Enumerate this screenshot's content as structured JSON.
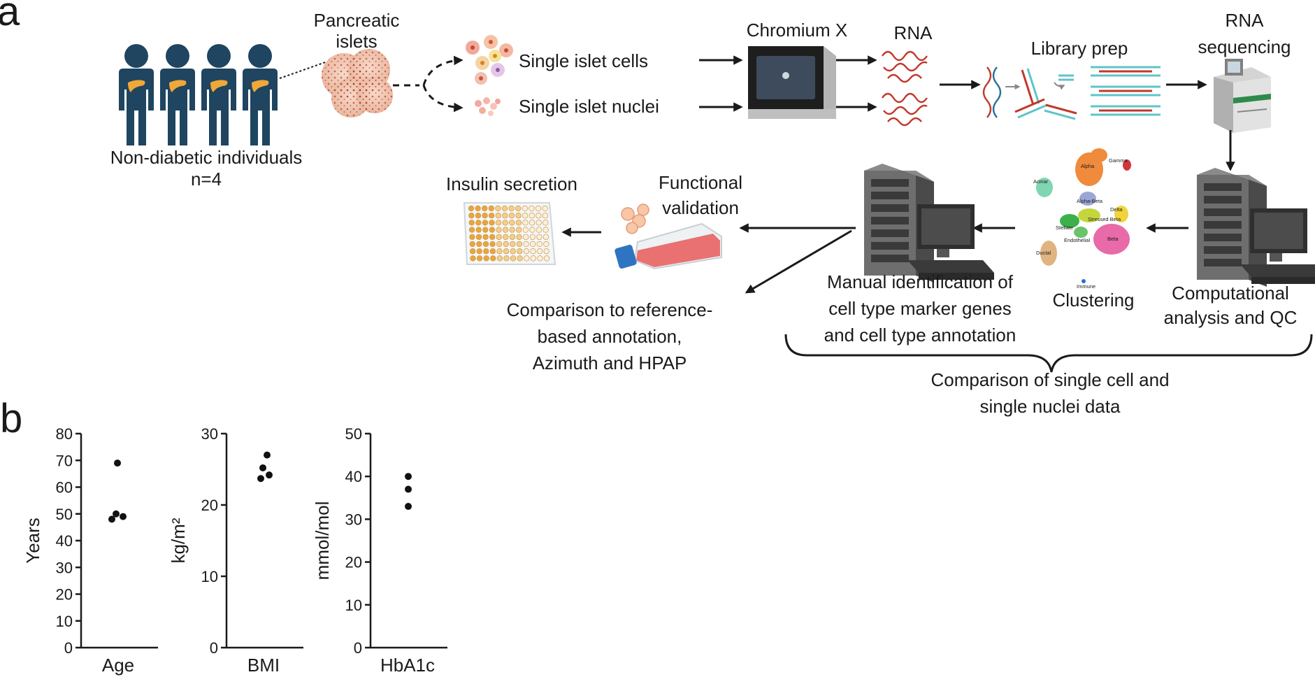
{
  "panel_a": {
    "letter": "a",
    "donors": "Non-diabetic individuals",
    "donors_n": "n=4",
    "islets_line1": "Pancreatic",
    "islets_line2": "islets",
    "cells": "Single islet cells",
    "nuclei": "Single islet nuclei",
    "chromium": "Chromium X",
    "rna": "RNA",
    "library": "Library prep",
    "seq_line1": "RNA",
    "seq_line2": "sequencing",
    "comp_line1": "Computational",
    "comp_line2": "analysis and QC",
    "clustering": "Clustering",
    "manual_line1": "Manual identification of",
    "manual_line2": "cell type marker genes",
    "manual_line3": "and cell type annotation",
    "func_line1": "Functional",
    "func_line2": "validation",
    "insulin": "Insulin secretion",
    "ref_line1": "Comparison to reference-",
    "ref_line2": "based annotation,",
    "ref_line3": "Azimuth and HPAP",
    "brace_line1": "Comparison of single cell and",
    "brace_line2": "single nuclei data",
    "umap_labels": {
      "gamma": "Gamma",
      "alpha": "Alpha",
      "acinar": "Acinar",
      "alphabeta": "Alpha-Beta",
      "delta": "Delta",
      "stressed": "Stressed Beta",
      "stellate": "Stellate",
      "endothelial": "Endothelial",
      "beta": "Beta",
      "ductal": "Ductal",
      "immune": "Immune"
    }
  },
  "panel_b": {
    "letter": "b"
  },
  "chart_data": [
    {
      "type": "scatter",
      "categories": [
        "Age"
      ],
      "values": [
        69,
        50,
        49,
        48
      ],
      "xlabel": "Age",
      "ylabel": "Years",
      "ylim": [
        0,
        80
      ],
      "yticks": [
        0,
        10,
        20,
        30,
        40,
        50,
        60,
        70,
        80
      ]
    },
    {
      "type": "scatter",
      "categories": [
        "BMI"
      ],
      "values": [
        27,
        25.2,
        24.2,
        23.7
      ],
      "xlabel": "BMI",
      "ylabel": "kg/m²",
      "ylim": [
        0,
        30
      ],
      "yticks": [
        0,
        10,
        20,
        30
      ]
    },
    {
      "type": "scatter",
      "categories": [
        "HbA1c"
      ],
      "values": [
        40,
        37,
        33
      ],
      "xlabel": "HbA1c",
      "ylabel": "mmol/mol",
      "ylim": [
        0,
        50
      ],
      "yticks": [
        0,
        10,
        20,
        30,
        40,
        50
      ]
    }
  ]
}
